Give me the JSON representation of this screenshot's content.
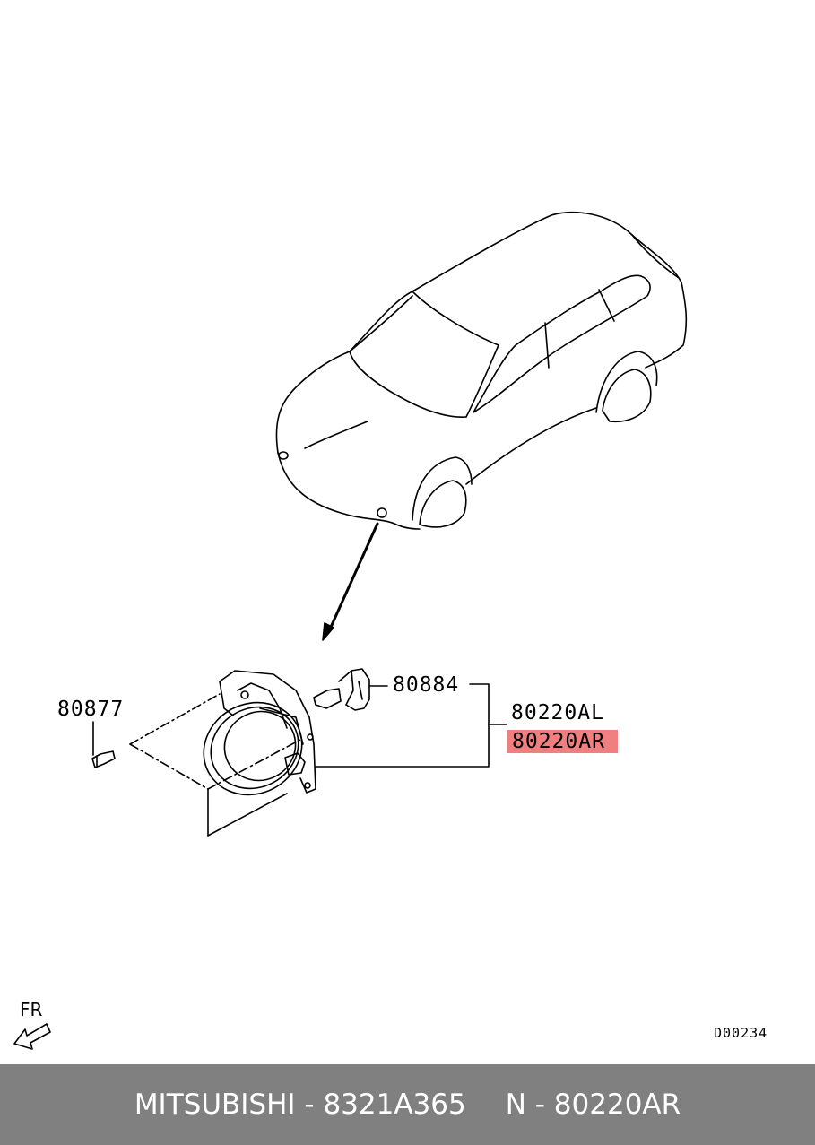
{
  "callouts": {
    "bolt": "80877",
    "bulb": "80884",
    "lamp_left": "80220AL",
    "lamp_right": "80220AR"
  },
  "direction_label": "FR",
  "diagram_code": "D00234",
  "footer": {
    "left": "MITSUBISHI - 8321A365",
    "right": "N - 80220AR"
  },
  "colors": {
    "highlight": "#f08080",
    "footer_bg": "#808080",
    "footer_text": "#ffffff",
    "line": "#000000"
  }
}
